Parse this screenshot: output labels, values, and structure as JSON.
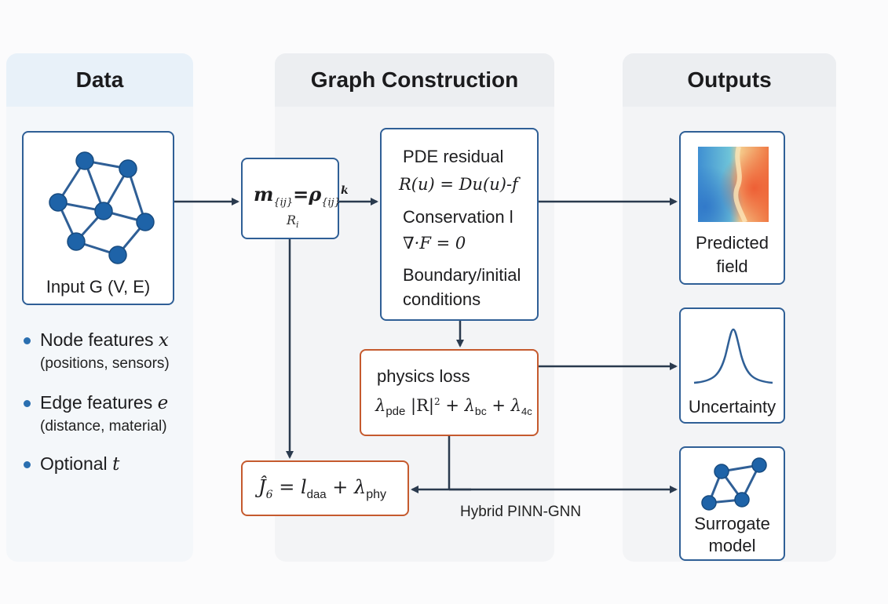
{
  "columns": {
    "data": "Data",
    "graph_construction": "Graph Construction",
    "outputs": "Outputs"
  },
  "input_graph": {
    "label": "Input G (V, E)"
  },
  "features": [
    {
      "main": "Node features",
      "var": "x",
      "sub": "(positions, sensors)"
    },
    {
      "main": "Edge features",
      "var": "e",
      "sub": "(distance, material)"
    },
    {
      "main": "Optional",
      "var": "t",
      "sub": ""
    }
  ],
  "message": {
    "lhs": "m",
    "lhs_sub": "{ij}",
    "eq": "=",
    "rhs": "ρ",
    "rhs_sub": "{ij}",
    "rhs_sup": "k",
    "below": "R",
    "below_sub": "i"
  },
  "pde_box": {
    "title": "PDE residual",
    "eq1": "R(u) = Du(u)-f",
    "line2": "Conservation l",
    "eq2": "∇·F = 0",
    "line3a": "Boundary/initial",
    "line3b": "conditions"
  },
  "physics_loss": {
    "title": "physics loss",
    "l1": "λ",
    "l1_sub": "pde",
    "mid": "|R|",
    "mid_sup": "2",
    "plus1": "+ λ",
    "l2_sub": "bc",
    "plus2": "+ λ",
    "l3_sub": "4c"
  },
  "objective": {
    "lhs": "Ĵ",
    "lhs_sub": "6",
    "eq": "= ",
    "l": "l",
    "l_sub": "daa",
    "plus": "+ λ",
    "lam_sub": "phy"
  },
  "hybrid_label": "Hybrid PINN-GNN",
  "outputs": {
    "predicted_field": [
      "Predicted",
      "field"
    ],
    "uncertainty": "Uncertainty",
    "surrogate": [
      "Surrogate",
      "model"
    ]
  },
  "colors": {
    "column_data": "#eaf2f9",
    "column_gc": "#f1f2f4",
    "column_out": "#f1f2f4",
    "accent_blue": "#2f5f96",
    "node_fill": "#1e63a8",
    "accent_orange": "#c55a2e",
    "arrow": "#2a3a4e"
  }
}
